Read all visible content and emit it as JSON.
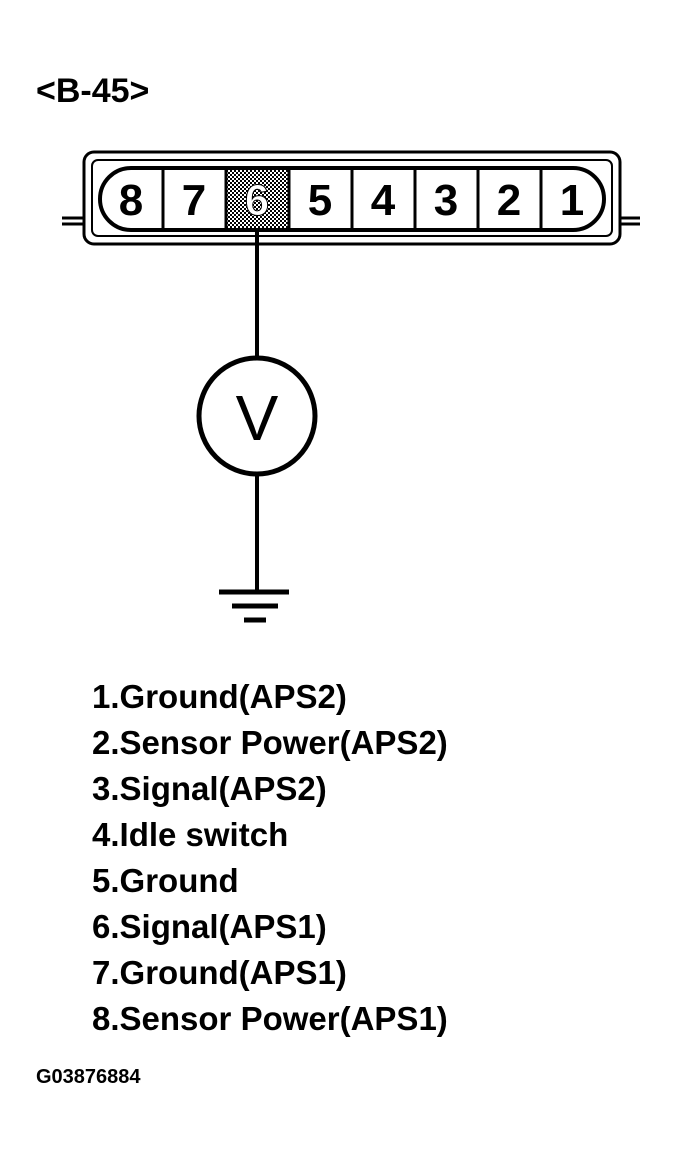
{
  "connector": {
    "id": "<B-45>",
    "pins_left_to_right": [
      "8",
      "7",
      "6",
      "5",
      "4",
      "3",
      "2",
      "1"
    ],
    "highlighted_pin": "6"
  },
  "meter": {
    "symbol": "V",
    "icon": "voltmeter-icon"
  },
  "ground": {
    "icon": "ground-symbol-icon"
  },
  "legend": [
    "1.Ground(APS2)",
    "2.Sensor Power(APS2)",
    "3.Signal(APS2)",
    "4.Idle switch",
    "5.Ground",
    "6.Signal(APS1)",
    "7.Ground(APS1)",
    "8.Sensor Power(APS1)"
  ],
  "figure_code": "G03876884",
  "colors": {
    "line": "#000000",
    "background": "#ffffff",
    "highlight": "#555555"
  }
}
